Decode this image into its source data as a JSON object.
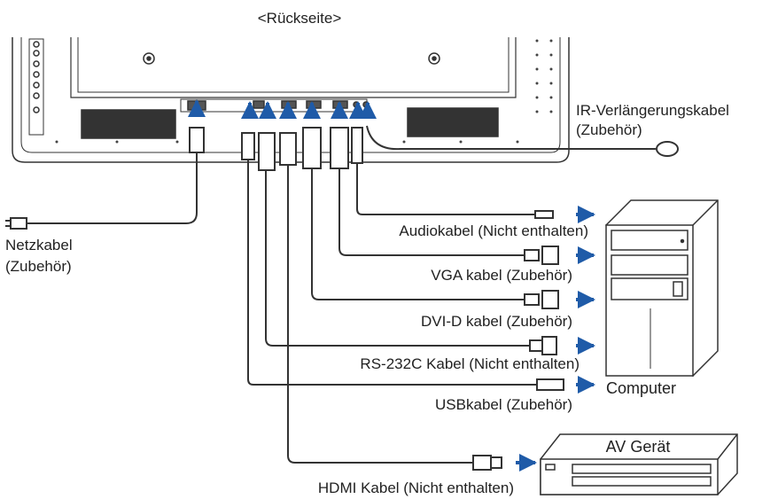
{
  "title": "<Rückseite>",
  "labels": {
    "ir_cable": "IR-Verlängerungskabel",
    "ir_cable_note": "(Zubehör)",
    "power_cable": "Netzkabel",
    "power_cable_note": "(Zubehör)",
    "audio_cable": "Audiokabel (Nicht enthalten)",
    "vga_cable": "VGA kabel (Zubehör)",
    "dvi_cable": "DVI-D kabel (Zubehör)",
    "rs232_cable": "RS-232C Kabel (Nicht enthalten)",
    "usb_cable": "USBkabel (Zubehör)",
    "hdmi_cable": "HDMI Kabel (Nicht enthalten)",
    "computer": "Computer",
    "av_device": "AV Gerät"
  },
  "colors": {
    "line": "#333333",
    "arrow": "#1f5ba8",
    "device_fill": "#ffffff"
  }
}
